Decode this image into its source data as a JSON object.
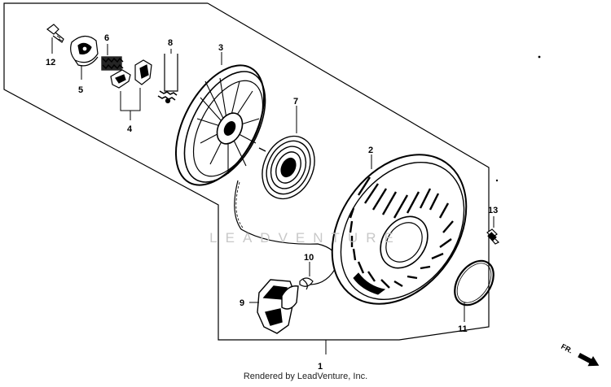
{
  "diagram": {
    "watermark": "LEADVENTURE",
    "footer": "Rendered by LeadVenture, Inc.",
    "direction_marker": "FR.",
    "parts": [
      {
        "id": "1",
        "name": "recoil-starter-assembly"
      },
      {
        "id": "2",
        "name": "starter-case"
      },
      {
        "id": "3",
        "name": "starter-reel"
      },
      {
        "id": "4",
        "name": "ratchet-set"
      },
      {
        "id": "5",
        "name": "ratchet-guide"
      },
      {
        "id": "6",
        "name": "friction-spring"
      },
      {
        "id": "7",
        "name": "recoil-spring"
      },
      {
        "id": "8",
        "name": "ratchet-spring"
      },
      {
        "id": "9",
        "name": "starter-grip"
      },
      {
        "id": "10",
        "name": "starter-rope"
      },
      {
        "id": "11",
        "name": "o-ring"
      },
      {
        "id": "12",
        "name": "setting-screw"
      },
      {
        "id": "13",
        "name": "flange-bolt"
      }
    ],
    "colors": {
      "ink": "#000000",
      "watermark": "#c8c8c8"
    }
  }
}
